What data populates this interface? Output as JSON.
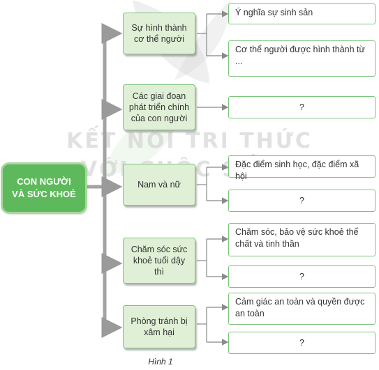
{
  "root": {
    "line1": "CON NGƯỜI",
    "line2": "VÀ SỨC KHOẺ"
  },
  "watermark": {
    "line1": "KẾT NỐI TRI THỨC",
    "line2": "VỚI CUỘC SỐNG"
  },
  "branches": [
    {
      "label": "Sự hình thành cơ thể người",
      "leaves": [
        "Ý nghĩa sự sinh sản",
        "Cơ thể người được hình thành từ ..."
      ]
    },
    {
      "label": "Các giai đoạn phát triển chính của con người",
      "leaves": [
        "?"
      ]
    },
    {
      "label": "Nam và nữ",
      "leaves": [
        "Đặc điểm sinh học, đặc điểm xã hội",
        "?"
      ]
    },
    {
      "label": "Chăm sóc sức khoẻ tuổi dậy thì",
      "leaves": [
        "Chăm sóc, bảo vệ sức khoẻ thể chất và tinh thần",
        "?"
      ]
    },
    {
      "label": "Phòng tránh bị xâm hại",
      "leaves": [
        "Cảm giác an toàn và quyền được an toàn",
        "?"
      ]
    }
  ],
  "caption": "Hình 1",
  "colors": {
    "accent": "#5db95b",
    "border": "#7cc47a",
    "connector": "#9a9a9a"
  }
}
